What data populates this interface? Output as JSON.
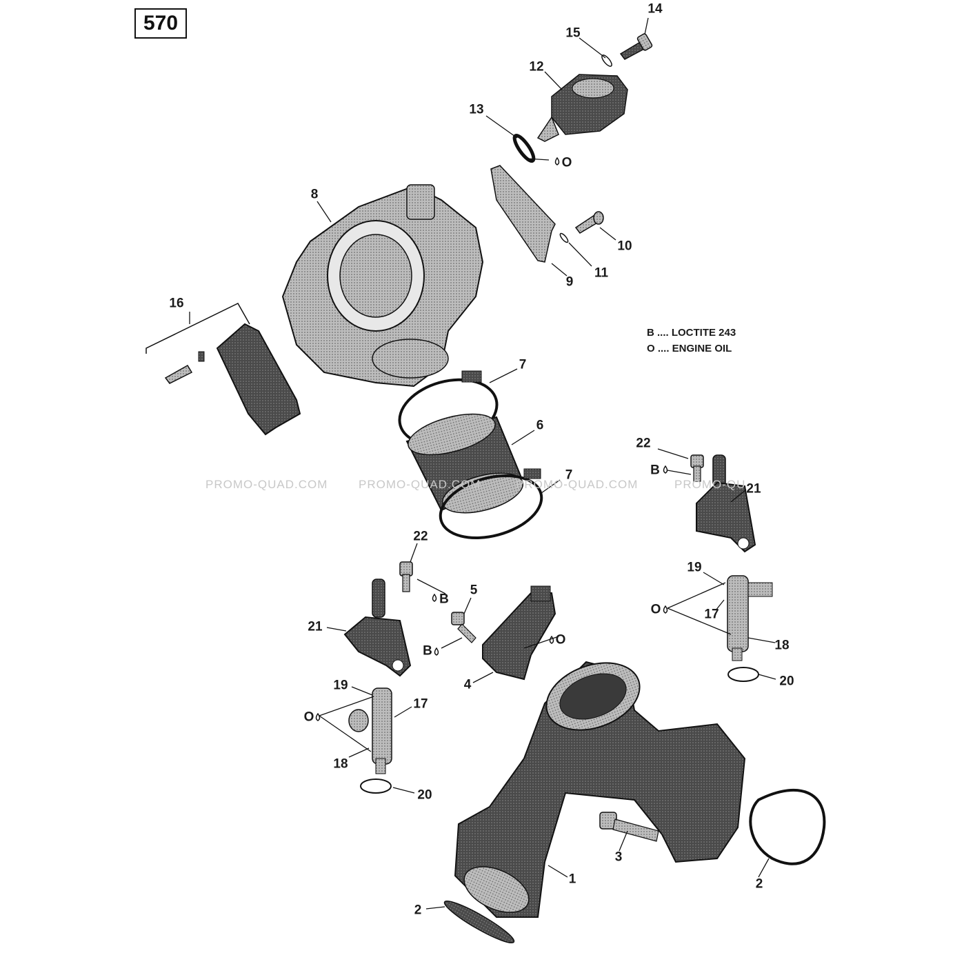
{
  "diagram_number": "570",
  "legend": {
    "loctite": "B .... LOCTITE 243",
    "oil": "O .... ENGINE OIL"
  },
  "watermarks": [
    "PROMO-QUAD.COM",
    "PROMO-QUAD.COM",
    "PROMO-QUAD.COM",
    "PROMO-QU"
  ],
  "callouts": {
    "c14": "14",
    "c15": "15",
    "c12": "12",
    "c13": "13",
    "c8": "8",
    "c10": "10",
    "c11": "11",
    "c9": "9",
    "c16": "16",
    "c7a": "7",
    "c6": "6",
    "c7b": "7",
    "c22a": "22",
    "c21a": "21",
    "c22b": "22",
    "c5": "5",
    "c21b": "21",
    "c19a": "19",
    "c17a": "17",
    "c18a": "18",
    "c20a": "20",
    "c4": "4",
    "c19b": "19",
    "c17b": "17",
    "c18b": "18",
    "c20b": "20",
    "c3": "3",
    "c1": "1",
    "c2a": "2",
    "c2b": "2"
  },
  "markers": {
    "m1": "O",
    "m2": "B",
    "m3": "B",
    "m4": "B",
    "m5": "O",
    "m6": "O",
    "m7": "O"
  }
}
